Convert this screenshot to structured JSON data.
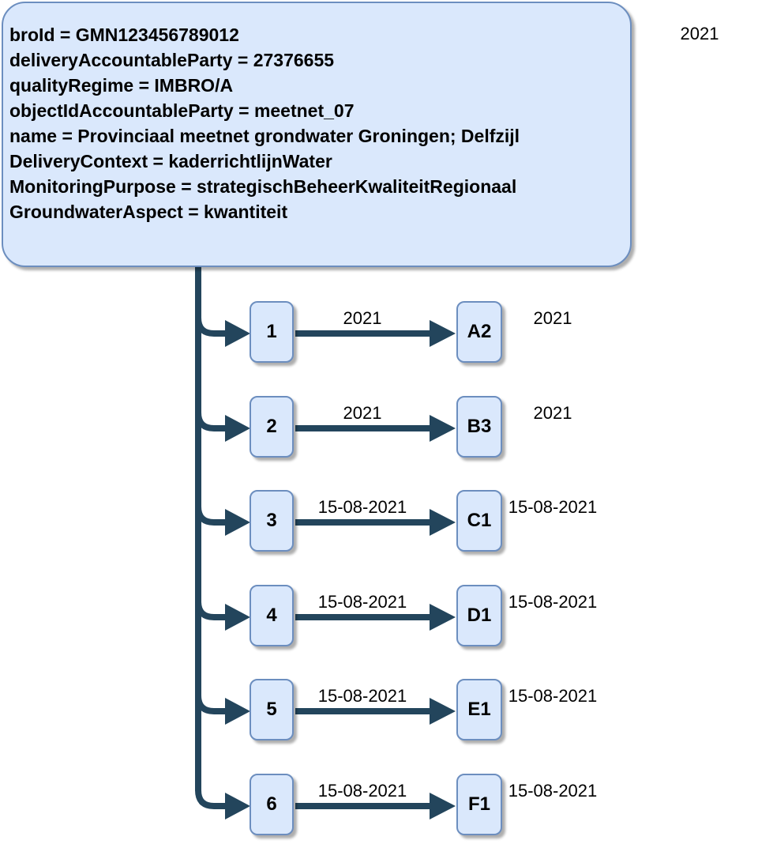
{
  "diagram": {
    "colors": {
      "node_fill": "#dae8fc",
      "node_border": "#6c8ebf",
      "connector": "#23455c",
      "text": "#000000",
      "background": "#ffffff"
    },
    "corner_label": "2021",
    "info_box": {
      "lines": [
        "broId = GMN123456789012",
        "deliveryAccountableParty = 27376655",
        "qualityRegime = IMBRO/A",
        "objectIdAccountableParty = meetnet_07",
        "name = Provinciaal meetnet grondwater Groningen; Delfzijl",
        "DeliveryContext = kaderrichtlijnWater",
        "MonitoringPurpose = strategischBeheerKwaliteitRegionaal",
        "GroundwaterAspect = kwantiteit"
      ]
    },
    "rows": [
      {
        "source": "1",
        "target": "A2",
        "edge_label": "2021",
        "right_label": "2021"
      },
      {
        "source": "2",
        "target": "B3",
        "edge_label": "2021",
        "right_label": "2021"
      },
      {
        "source": "3",
        "target": "C1",
        "edge_label": "15-08-2021",
        "right_label": "15-08-2021"
      },
      {
        "source": "4",
        "target": "D1",
        "edge_label": "15-08-2021",
        "right_label": "15-08-2021"
      },
      {
        "source": "5",
        "target": "E1",
        "edge_label": "15-08-2021",
        "right_label": "15-08-2021"
      },
      {
        "source": "6",
        "target": "F1",
        "edge_label": "15-08-2021",
        "right_label": "15-08-2021"
      }
    ]
  }
}
